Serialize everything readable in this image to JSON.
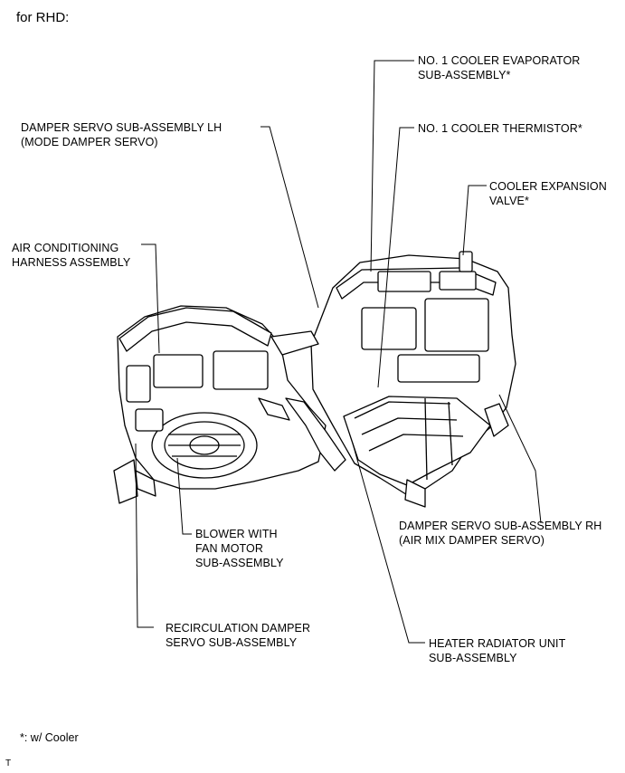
{
  "header": "for RHD:",
  "labels": {
    "evaporator": [
      "NO. 1 COOLER EVAPORATOR",
      "SUB-ASSEMBLY*"
    ],
    "damper_lh": [
      "DAMPER SERVO SUB-ASSEMBLY LH",
      "(MODE DAMPER SERVO)"
    ],
    "thermistor": [
      "NO. 1 COOLER THERMISTOR*"
    ],
    "expansion": [
      "COOLER EXPANSION",
      "VALVE*"
    ],
    "harness": [
      "AIR CONDITIONING",
      "HARNESS ASSEMBLY"
    ],
    "damper_rh": [
      "DAMPER SERVO SUB-ASSEMBLY RH",
      "(AIR MIX DAMPER SERVO)"
    ],
    "blower": [
      "BLOWER WITH",
      "FAN MOTOR",
      "SUB-ASSEMBLY"
    ],
    "recirc": [
      "RECIRCULATION DAMPER",
      "SERVO SUB-ASSEMBLY"
    ],
    "heater": [
      "HEATER RADIATOR UNIT",
      "SUB-ASSEMBLY"
    ]
  },
  "footnote": "*: w/ Cooler",
  "corner_code": "T"
}
